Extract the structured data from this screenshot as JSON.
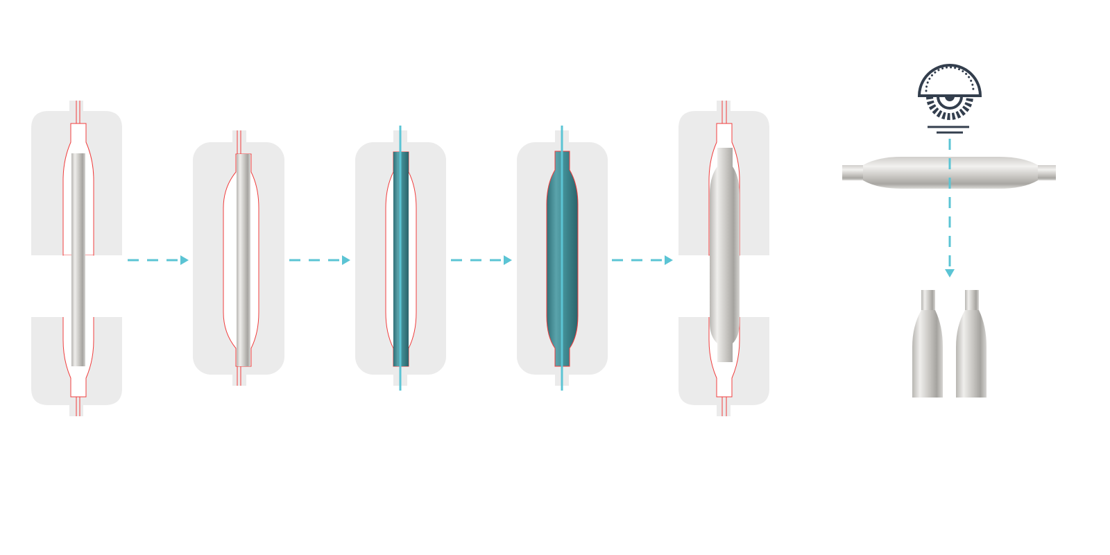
{
  "colors": {
    "background": "#ffffff",
    "die": "#ebebeb",
    "cavity_outline": "#f03c3c",
    "arrow": "#5bc4d4",
    "fluid": "#3f8a92",
    "metal_light": "#f2f1ef",
    "metal_dark": "#a9a7a3",
    "icon": "#333e4d"
  },
  "icons": {
    "cutter": "circular-saw-icon",
    "flow_arrow": "dashed-arrow-right-icon",
    "cut_arrow": "dashed-arrow-down-icon"
  },
  "stages": [
    {
      "id": "open-die-with-tube"
    },
    {
      "id": "closed-die"
    },
    {
      "id": "fluid-filled"
    },
    {
      "id": "hydroformed"
    },
    {
      "id": "die-opened-part"
    }
  ]
}
